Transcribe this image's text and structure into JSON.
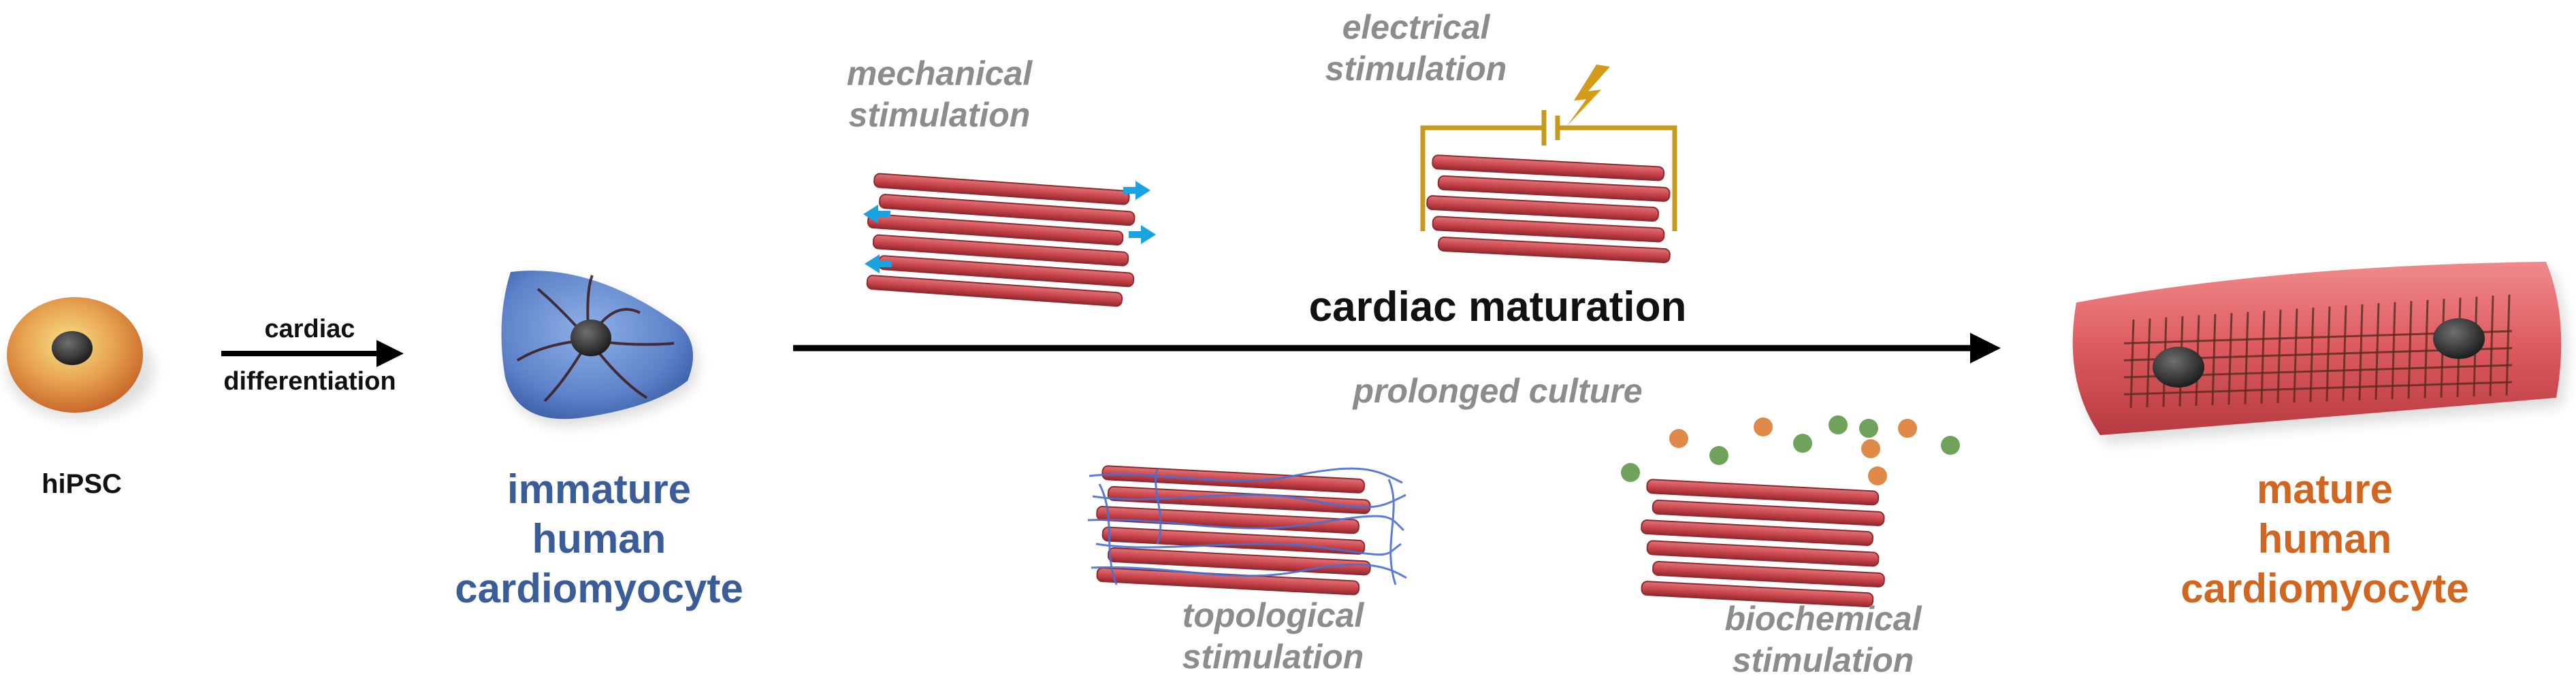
{
  "hipsc": {
    "label": "hiPSC"
  },
  "differentiation_arrow": {
    "line1": "cardiac",
    "line2": "differentiation"
  },
  "immature": {
    "line1": "immature",
    "line2": "human",
    "line3": "cardiomyocyte",
    "color": "#3a5c99"
  },
  "mature": {
    "line1": "mature",
    "line2": "human",
    "line3": "cardiomyocyte",
    "color": "#d0661f"
  },
  "maturation_arrow": {
    "label": "cardiac maturation",
    "sublabel": "prolonged culture"
  },
  "stimuli": {
    "mechanical": {
      "line1": "mechanical",
      "line2": "stimulation"
    },
    "electrical": {
      "line1": "electrical",
      "line2": "stimulation"
    },
    "topological": {
      "line1": "topological",
      "line2": "stimulation"
    },
    "biochemical": {
      "line1": "biochemical",
      "line2": "stimulation"
    }
  },
  "colors": {
    "fiber": "#c9444a",
    "fiber_dark": "#8e2a30",
    "mechanical_arrows": "#1aa3e0",
    "circuit": "#c89a1c",
    "topology_fibers": "#4a6fd1",
    "bead_orange": "#e08a4a",
    "bead_green": "#6fa25a",
    "grid": "#5a2a22"
  }
}
